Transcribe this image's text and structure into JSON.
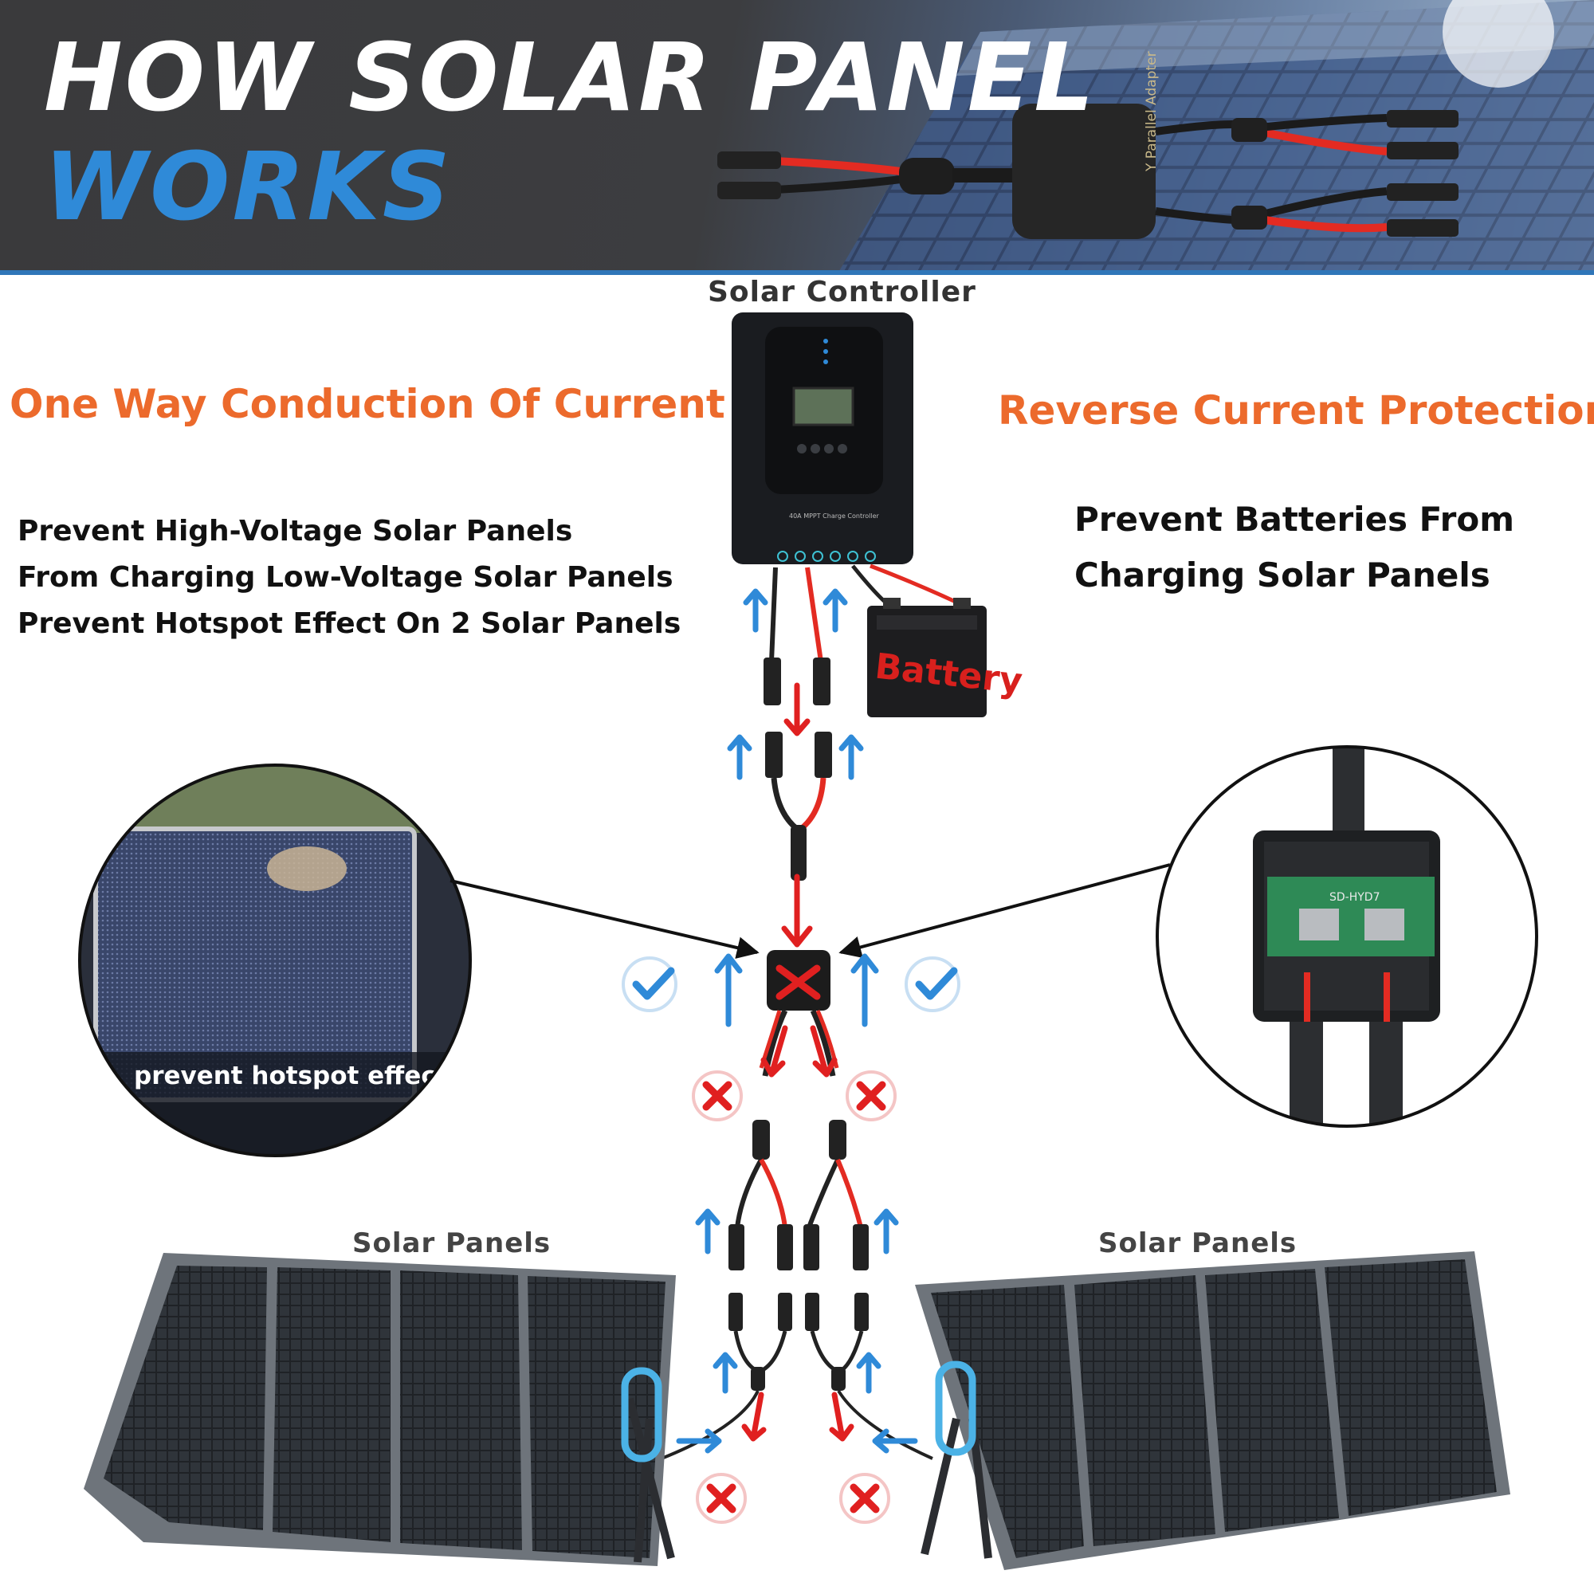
{
  "banner": {
    "title_line1": "HOW SOLAR PANEL",
    "title_line2": "WORKS",
    "adapter_label": "Y Parallel Adapter",
    "colors": {
      "title_white": "#ffffff",
      "title_blue": "#2f8ad8",
      "stripe": "#2f76b8"
    }
  },
  "controller": {
    "label": "Solar Controller",
    "model_text": "40A MPPT Charge Controller"
  },
  "battery": {
    "label": "Battery"
  },
  "left_feature": {
    "heading": "One Way Conduction Of Current",
    "lines": [
      "Prevent High-Voltage Solar Panels",
      "From Charging Low-Voltage Solar Panels",
      "Prevent Hotspot Effect On 2 Solar Panels"
    ]
  },
  "right_feature": {
    "heading": "Reverse Current Protection",
    "lines": [
      "Prevent Batteries From",
      "Charging Solar Panels"
    ]
  },
  "hotspot_inset": {
    "caption": "prevent hotspot effect"
  },
  "junction_inset": {
    "pcb_label": "SD-HYD7"
  },
  "panels": {
    "left_label": "Solar Panels",
    "right_label": "Solar Panels"
  },
  "icons": {
    "allowed": "check-icon",
    "blocked": "cross-icon",
    "current_flow": "arrow-up-icon",
    "reverse_flow": "arrow-down-icon"
  },
  "colors": {
    "heading_orange": "#ec6a2c",
    "allowed_blue": "#2f8ad8",
    "blocked_red": "#e02020",
    "cable_red": "#e32b22",
    "cable_black": "#222222"
  }
}
